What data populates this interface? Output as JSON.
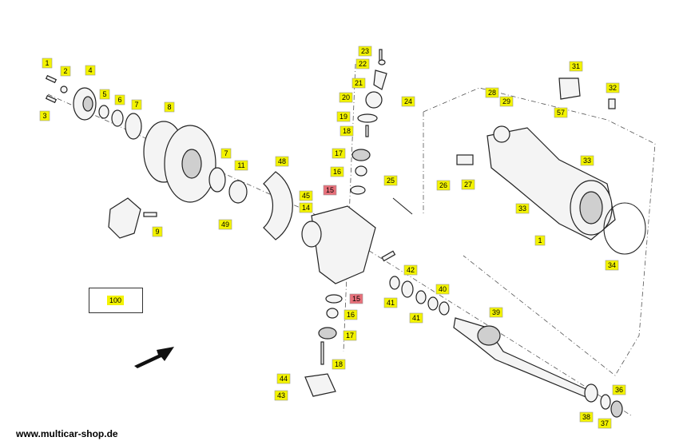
{
  "footer": {
    "website": "www.multicar-shop.de"
  },
  "colors": {
    "callout_yellow": "#f3f300",
    "callout_red": "#e8707a",
    "line": "#222222"
  },
  "assembly_label": "100",
  "callouts": [
    {
      "label": "1",
      "color": "yellow"
    },
    {
      "label": "2",
      "color": "yellow"
    },
    {
      "label": "3",
      "color": "yellow"
    },
    {
      "label": "4",
      "color": "yellow"
    },
    {
      "label": "5",
      "color": "yellow"
    },
    {
      "label": "6",
      "color": "yellow"
    },
    {
      "label": "7",
      "color": "yellow"
    },
    {
      "label": "8",
      "color": "yellow"
    },
    {
      "label": "9",
      "color": "yellow"
    },
    {
      "label": "7",
      "color": "yellow"
    },
    {
      "label": "11",
      "color": "yellow"
    },
    {
      "label": "48",
      "color": "yellow"
    },
    {
      "label": "49",
      "color": "yellow"
    },
    {
      "label": "45",
      "color": "yellow"
    },
    {
      "label": "14",
      "color": "yellow"
    },
    {
      "label": "23",
      "color": "yellow"
    },
    {
      "label": "22",
      "color": "yellow"
    },
    {
      "label": "21",
      "color": "yellow"
    },
    {
      "label": "20",
      "color": "yellow"
    },
    {
      "label": "24",
      "color": "yellow"
    },
    {
      "label": "19",
      "color": "yellow"
    },
    {
      "label": "18",
      "color": "yellow"
    },
    {
      "label": "17",
      "color": "yellow"
    },
    {
      "label": "16",
      "color": "yellow"
    },
    {
      "label": "15",
      "color": "red"
    },
    {
      "label": "25",
      "color": "yellow"
    },
    {
      "label": "42",
      "color": "yellow"
    },
    {
      "label": "41",
      "color": "yellow"
    },
    {
      "label": "40",
      "color": "yellow"
    },
    {
      "label": "41",
      "color": "yellow"
    },
    {
      "label": "15",
      "color": "red"
    },
    {
      "label": "16",
      "color": "yellow"
    },
    {
      "label": "17",
      "color": "yellow"
    },
    {
      "label": "18",
      "color": "yellow"
    },
    {
      "label": "44",
      "color": "yellow"
    },
    {
      "label": "43",
      "color": "yellow"
    },
    {
      "label": "39",
      "color": "yellow"
    },
    {
      "label": "36",
      "color": "yellow"
    },
    {
      "label": "38",
      "color": "yellow"
    },
    {
      "label": "37",
      "color": "yellow"
    },
    {
      "label": "31",
      "color": "yellow"
    },
    {
      "label": "32",
      "color": "yellow"
    },
    {
      "label": "28",
      "color": "yellow"
    },
    {
      "label": "29",
      "color": "yellow"
    },
    {
      "label": "57",
      "color": "yellow"
    },
    {
      "label": "33",
      "color": "yellow"
    },
    {
      "label": "26",
      "color": "yellow"
    },
    {
      "label": "27",
      "color": "yellow"
    },
    {
      "label": "33",
      "color": "yellow"
    },
    {
      "label": "1",
      "color": "yellow"
    },
    {
      "label": "34",
      "color": "yellow"
    }
  ]
}
